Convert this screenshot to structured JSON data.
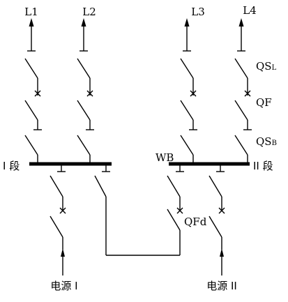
{
  "feeders": {
    "l1": "L1",
    "l2": "L2",
    "l3": "L3",
    "l4": "L4"
  },
  "device_labels": {
    "qs_l_main": "QS",
    "qs_l_sub": "L",
    "qf": "QF",
    "qs_b_main": "QS",
    "qs_b_sub": "B",
    "wb": "WB",
    "qfd": "QFd"
  },
  "buses": {
    "section_1": "I 段",
    "section_2": "II 段"
  },
  "sources": {
    "source_1": "电源 I",
    "source_2": "电源 II"
  },
  "colors": {
    "line": "#000000",
    "background": "#ffffff"
  }
}
